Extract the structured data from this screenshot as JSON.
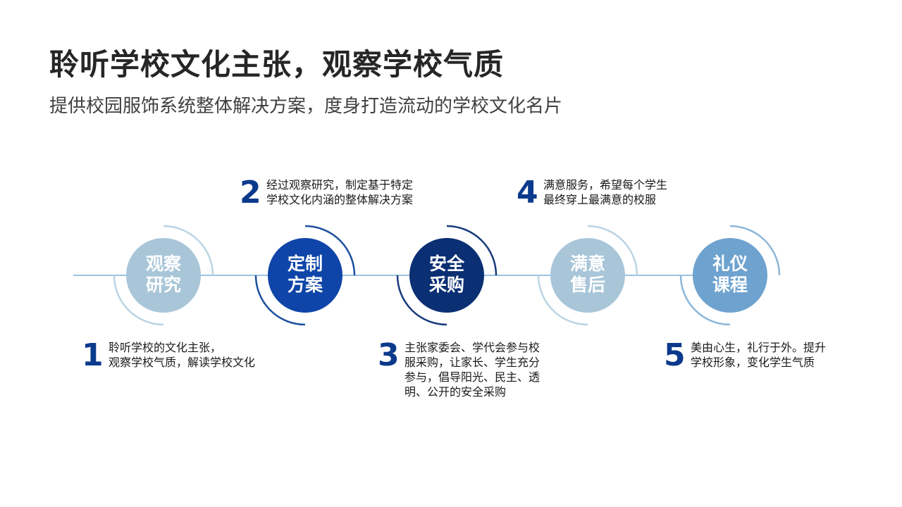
{
  "page": {
    "title": "聆听学校文化主张，观察学校气质",
    "subtitle": "提供校园服饰系统整体解决方案，度身打造流动的学校文化名片"
  },
  "colors": {
    "text_dark": "#262626",
    "number_blue": "#0b3a8c",
    "connector_line": "#9cc3de"
  },
  "steps": [
    {
      "circle_line1": "观察",
      "circle_line2": "研究",
      "number": "1",
      "desc_lines": [
        "聆听学校的文化主张，",
        "观察学校气质，解读学校文化"
      ],
      "fill": "#a9c6d9",
      "arc": "#bcd4e3"
    },
    {
      "circle_line1": "定制",
      "circle_line2": "方案",
      "number": "2",
      "desc_lines": [
        "经过观察研究，制定基于特定",
        "学校文化内涵的整体解决方案"
      ],
      "fill": "#0f45a8",
      "arc": "#1d4f9e"
    },
    {
      "circle_line1": "安全",
      "circle_line2": "采购",
      "number": "3",
      "desc_lines": [
        "主张家委会、学代会参与校",
        "服采购，让家长、学生充分",
        "参与，倡导阳光、民主、透",
        "明、公开的安全采购"
      ],
      "fill": "#0b2f73",
      "arc": "#173a7c"
    },
    {
      "circle_line1": "满意",
      "circle_line2": "售后",
      "number": "4",
      "desc_lines": [
        "满意服务，希望每个学生",
        "最终穿上最满意的校服"
      ],
      "fill": "#a9c6d9",
      "arc": "#bcd4e3"
    },
    {
      "circle_line1": "礼仪",
      "circle_line2": "课程",
      "number": "5",
      "desc_lines": [
        "美由心生，礼行于外。提升",
        "学校形象，变化学生气质"
      ],
      "fill": "#6fa3cf",
      "arc": "#8cb7da"
    }
  ]
}
